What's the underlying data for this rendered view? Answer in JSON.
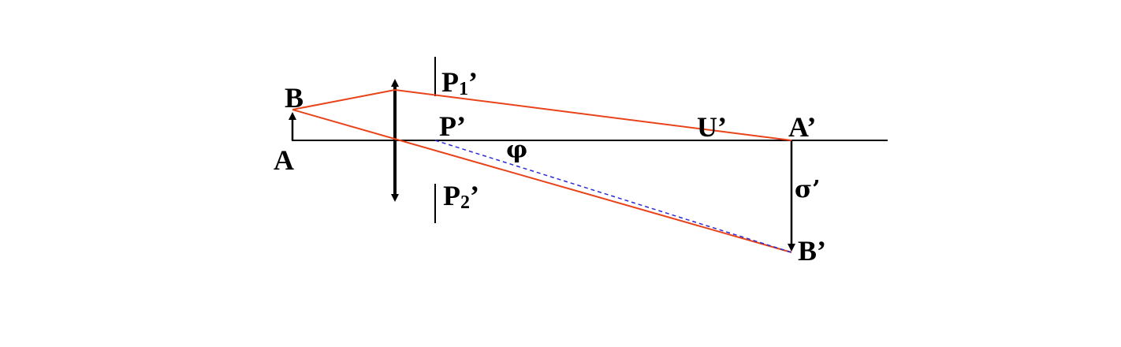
{
  "labels": {
    "A": "A",
    "B": "B",
    "P1_base": "P",
    "P1_sub": "1",
    "P1_prime": "’",
    "P_prime": "P’",
    "P2_base": "P",
    "P2_sub": "2",
    "P2_prime": "’",
    "phi": "φ",
    "U_prime": "U’",
    "A_prime": "A’",
    "sigma_prime": "σ’",
    "B_prime": "B’"
  },
  "colors": {
    "axis": "#000000",
    "ray": "#e8431a",
    "chief_ray_dashed": "#2b2bd6",
    "arrow": "#000000"
  }
}
